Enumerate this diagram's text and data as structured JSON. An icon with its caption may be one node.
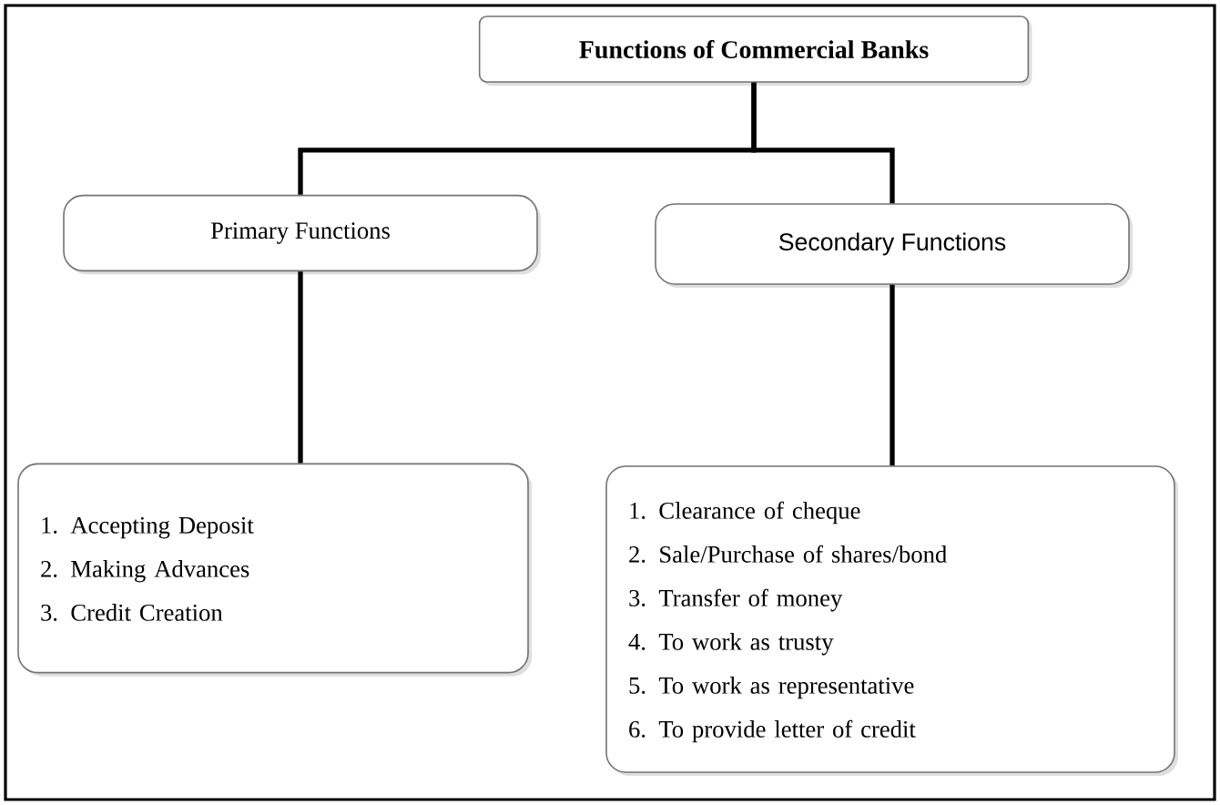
{
  "diagram": {
    "nodes": [
      {
        "text": [
          "Functions of Commercial Banks"
        ]
      },
      {
        "text": [
          "Primary Functions"
        ]
      },
      {
        "text": [
          "Secondary Functions"
        ]
      },
      {
        "text": [
          "1. Accepting Deposit",
          "2. Making Advances",
          "3. Credit Creation"
        ]
      },
      {
        "text": [
          "1. Clearance of cheque",
          "2. Sale/Purchase of shares/bond",
          "3. Transfer of money",
          "4. To work as trusty",
          "5. To work as representative",
          "6. To provide letter of credit"
        ]
      }
    ],
    "edges": [
      {
        "from": 0,
        "to": 1,
        "arrow": "none"
      },
      {
        "from": 0,
        "to": 2,
        "arrow": "none"
      },
      {
        "from": 1,
        "to": 3,
        "arrow": "none"
      },
      {
        "from": 2,
        "to": 4,
        "arrow": "none"
      }
    ]
  }
}
